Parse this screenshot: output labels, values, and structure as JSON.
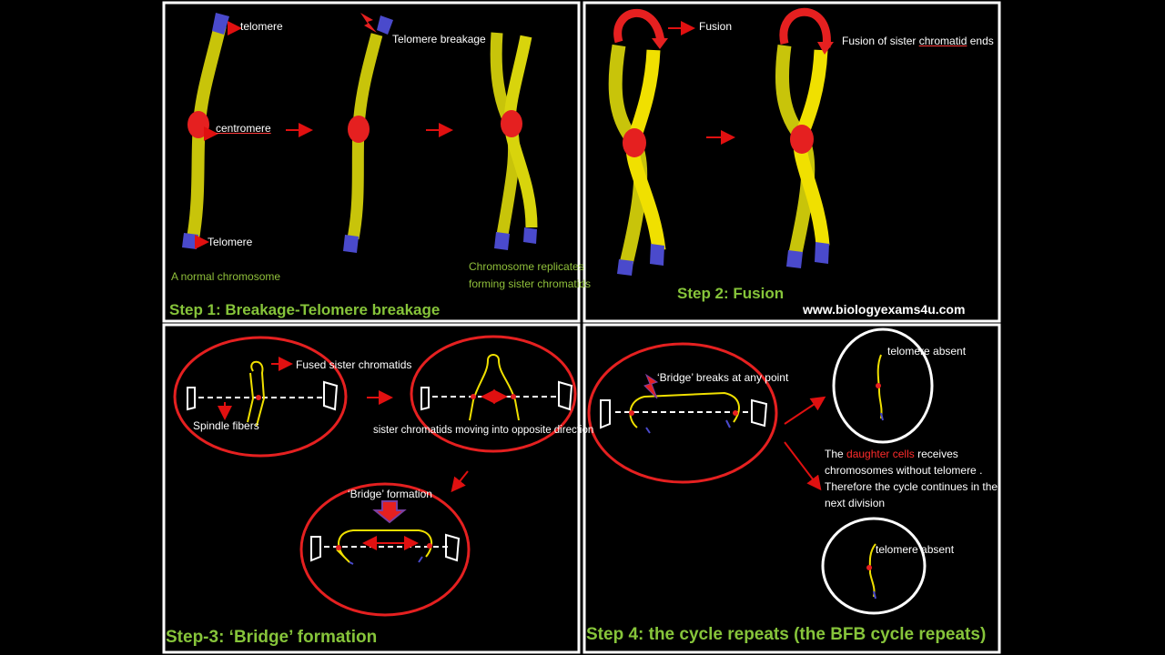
{
  "labels": {
    "telomere_top": "telomere",
    "centromere": "centromere",
    "telomere_bottom": "Telomere",
    "normal_chromosome": "A normal chromosome",
    "telomere_breakage": "Telomere breakage",
    "replicates_line1": "Chromosome replicates",
    "replicates_line2": "forming sister chromatids",
    "fusion": "Fusion",
    "fusion_sister_prefix": "Fusion  of sister ",
    "fusion_sister_word": "chromatid",
    "fusion_sister_suffix": " ends",
    "fused_sister": "Fused sister chromatids",
    "spindle_fibers": "Spindle fibers",
    "moving_opposite": "sister chromatids moving into opposite direction",
    "bridge_formation": "‘Bridge’ formation",
    "bridge_breaks": "‘Bridge’ breaks at any point",
    "telomere_absent_1": "telomere absent",
    "telomere_absent_2": "telomere absent",
    "daughter_prefix": "The ",
    "daughter_word": "daughter cells",
    "daughter_suffix": " receives",
    "daughter_line2": "chromosomes without telomere .",
    "daughter_line3": "Therefore the cycle continues in the",
    "daughter_line4": "next division"
  },
  "steps": {
    "step1": "Step 1: Breakage-Telomere  breakage",
    "step2": "Step 2: Fusion",
    "step3": "Step-3: ‘Bridge’ formation",
    "step4": "Step 4: the cycle repeats (the BFB cycle repeats)"
  },
  "website": "www.biologyexams4u.com",
  "colors": {
    "chromosome": "#c8c40a",
    "chromosome_bright": "#f0e000",
    "centromere": "#e52020",
    "telomere": "#4a4acc",
    "arrow": "#e01010",
    "label_green": "#8fbf3a",
    "panel_border": "#ffffff"
  }
}
